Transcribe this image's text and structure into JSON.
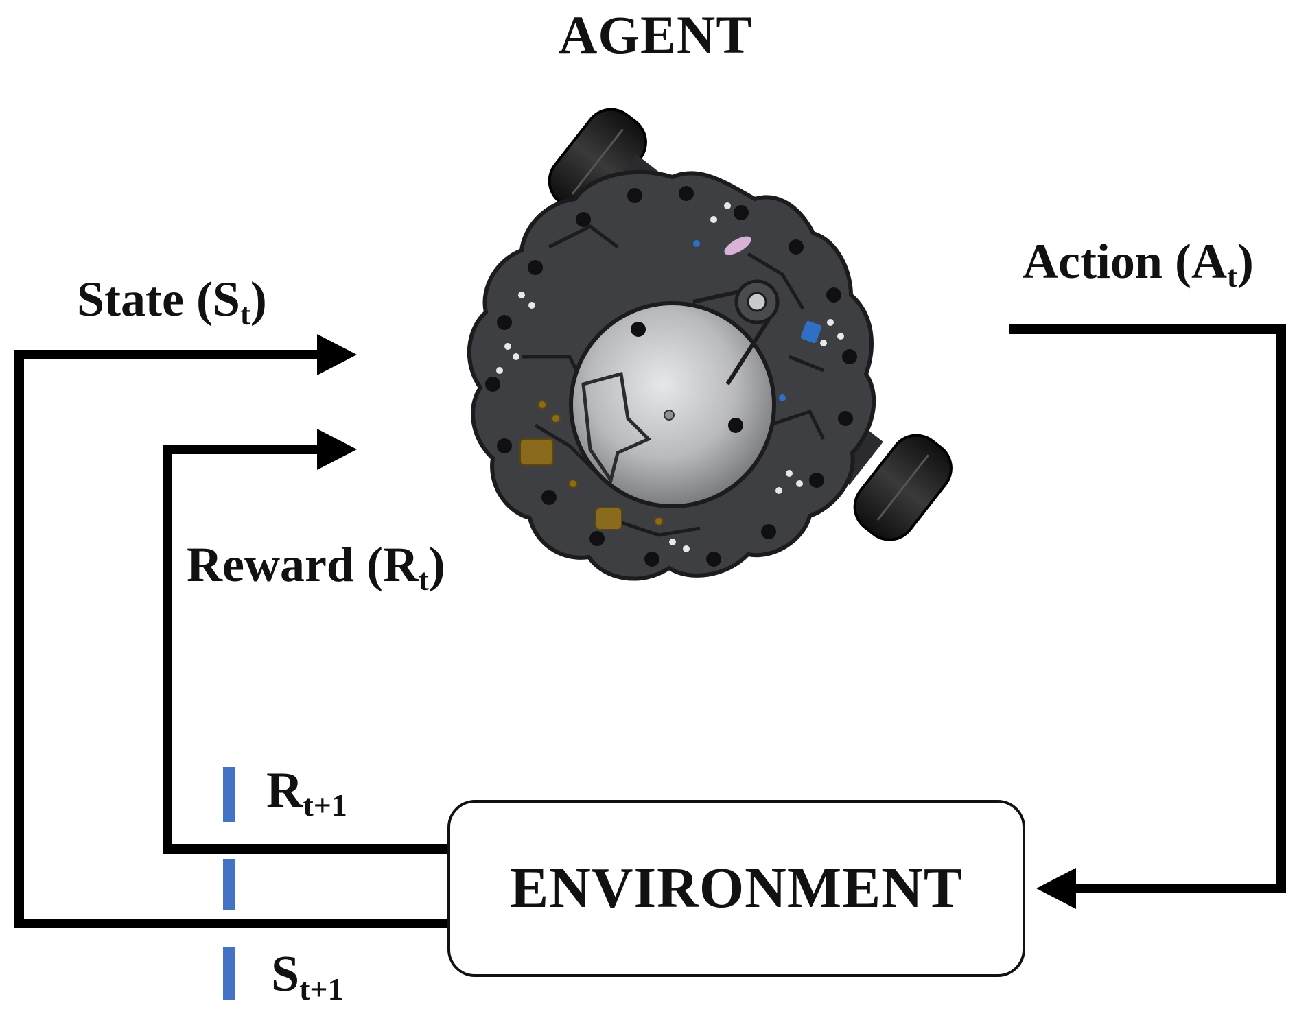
{
  "agent": {
    "title": "AGENT",
    "icon": "robot-top-view-icon"
  },
  "environment": {
    "label": "ENVIRONMENT"
  },
  "signals": {
    "state": {
      "text": "State (S",
      "sub": "t",
      "close": ")"
    },
    "reward": {
      "text": "Reward (R",
      "sub": "t",
      "close": ")"
    },
    "action": {
      "text": "Action (A",
      "sub": "t",
      "close": ")"
    },
    "reward_next": {
      "text": "R",
      "sub": "t+1"
    },
    "state_next": {
      "text": "S",
      "sub": "t+1"
    }
  },
  "colors": {
    "line": "#000000",
    "time_step_divider": "#4472c4",
    "robot_body": "#3e3f42",
    "robot_wheel": "#1a1a1a",
    "robot_center": "#c8c9cc",
    "robot_accent": "#8a6a1c"
  }
}
